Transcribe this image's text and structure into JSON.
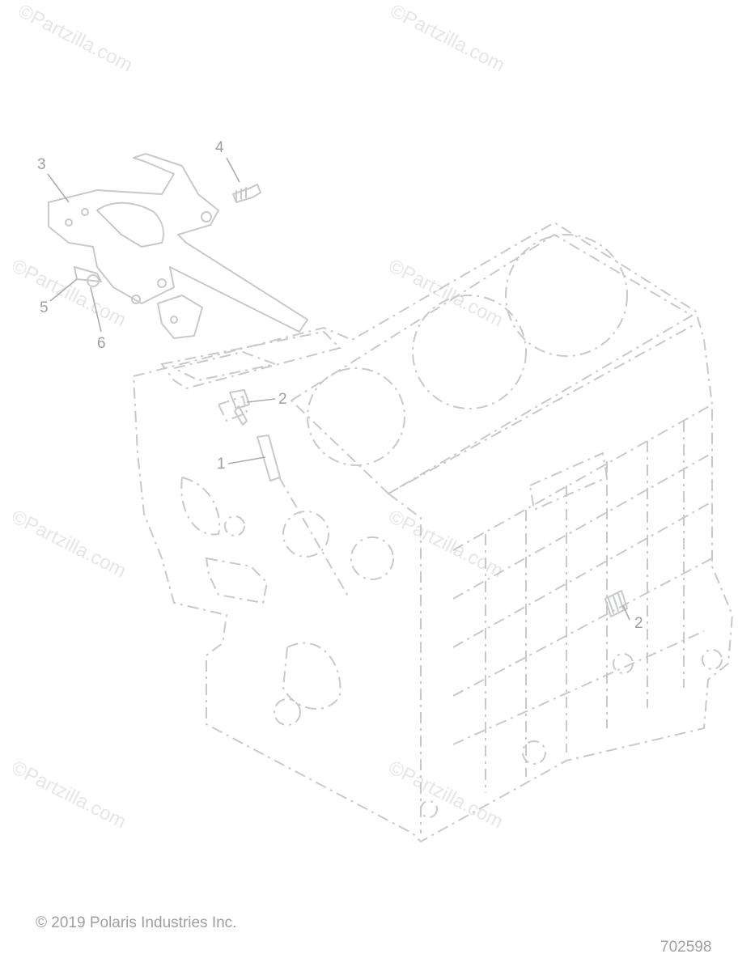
{
  "watermarks": [
    "©Partzilla.com",
    "©Partzilla.com",
    "©Partzilla.com",
    "©Partzilla.com",
    "©Partzilla.com",
    "©Partzilla.com",
    "©Partzilla.com",
    "©Partzilla.com"
  ],
  "callouts": {
    "c1": "1",
    "c2a": "2",
    "c2b": "2",
    "c3": "3",
    "c4": "4",
    "c5": "5",
    "c6": "6"
  },
  "footer": {
    "copyright": "© 2019 Polaris Industries Inc.",
    "diagram_number": "702598"
  }
}
